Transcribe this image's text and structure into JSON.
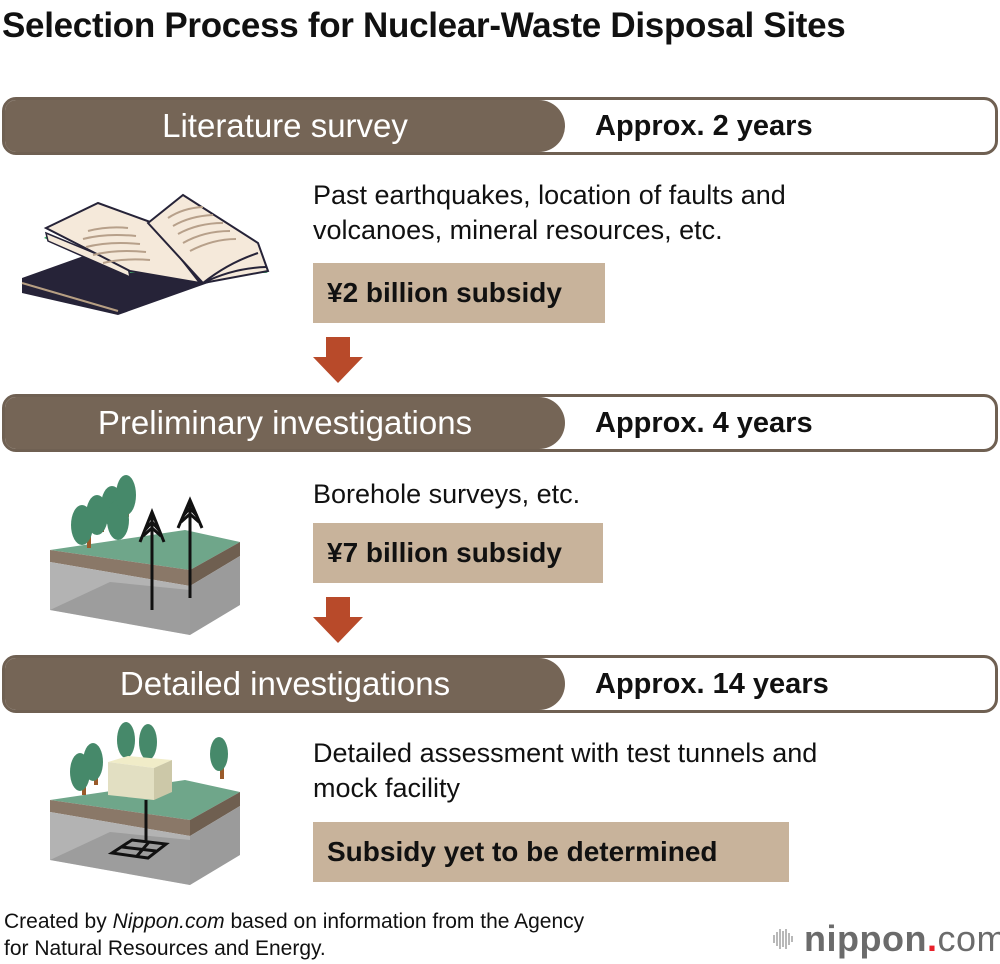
{
  "title": "Selection Process for Nuclear-Waste Disposal Sites",
  "stages": [
    {
      "name": "Literature survey",
      "duration": "Approx. 2 years",
      "description_lines": [
        "Past earthquakes, location of faults and",
        "volcanoes, mineral resources, etc."
      ],
      "subsidy": "¥2 billion subsidy",
      "illustration": "open-book-icon"
    },
    {
      "name": "Preliminary investigations",
      "duration": "Approx. 4 years",
      "description_lines": [
        "Borehole surveys, etc."
      ],
      "subsidy": "¥7 billion subsidy",
      "illustration": "borehole-ground-icon"
    },
    {
      "name": "Detailed investigations",
      "duration": "Approx. 14 years",
      "description_lines": [
        "Detailed assessment with test tunnels and",
        "mock facility"
      ],
      "subsidy": "Subsidy yet to be determined",
      "illustration": "test-tunnel-facility-icon"
    }
  ],
  "footer": {
    "prefix": "Created by ",
    "source_italic": "Nippon.com",
    "line1_suffix": " based on information from the Agency",
    "line2": "for Natural Resources and Energy."
  },
  "logo": {
    "bold": "nippon",
    "dot": ".",
    "light": "com"
  },
  "colors": {
    "stage_bar": "#756556",
    "subsidy_box": "#c8b39b",
    "arrow": "#b84a2a",
    "grass": "#6fa68a",
    "tree": "#46896a"
  }
}
